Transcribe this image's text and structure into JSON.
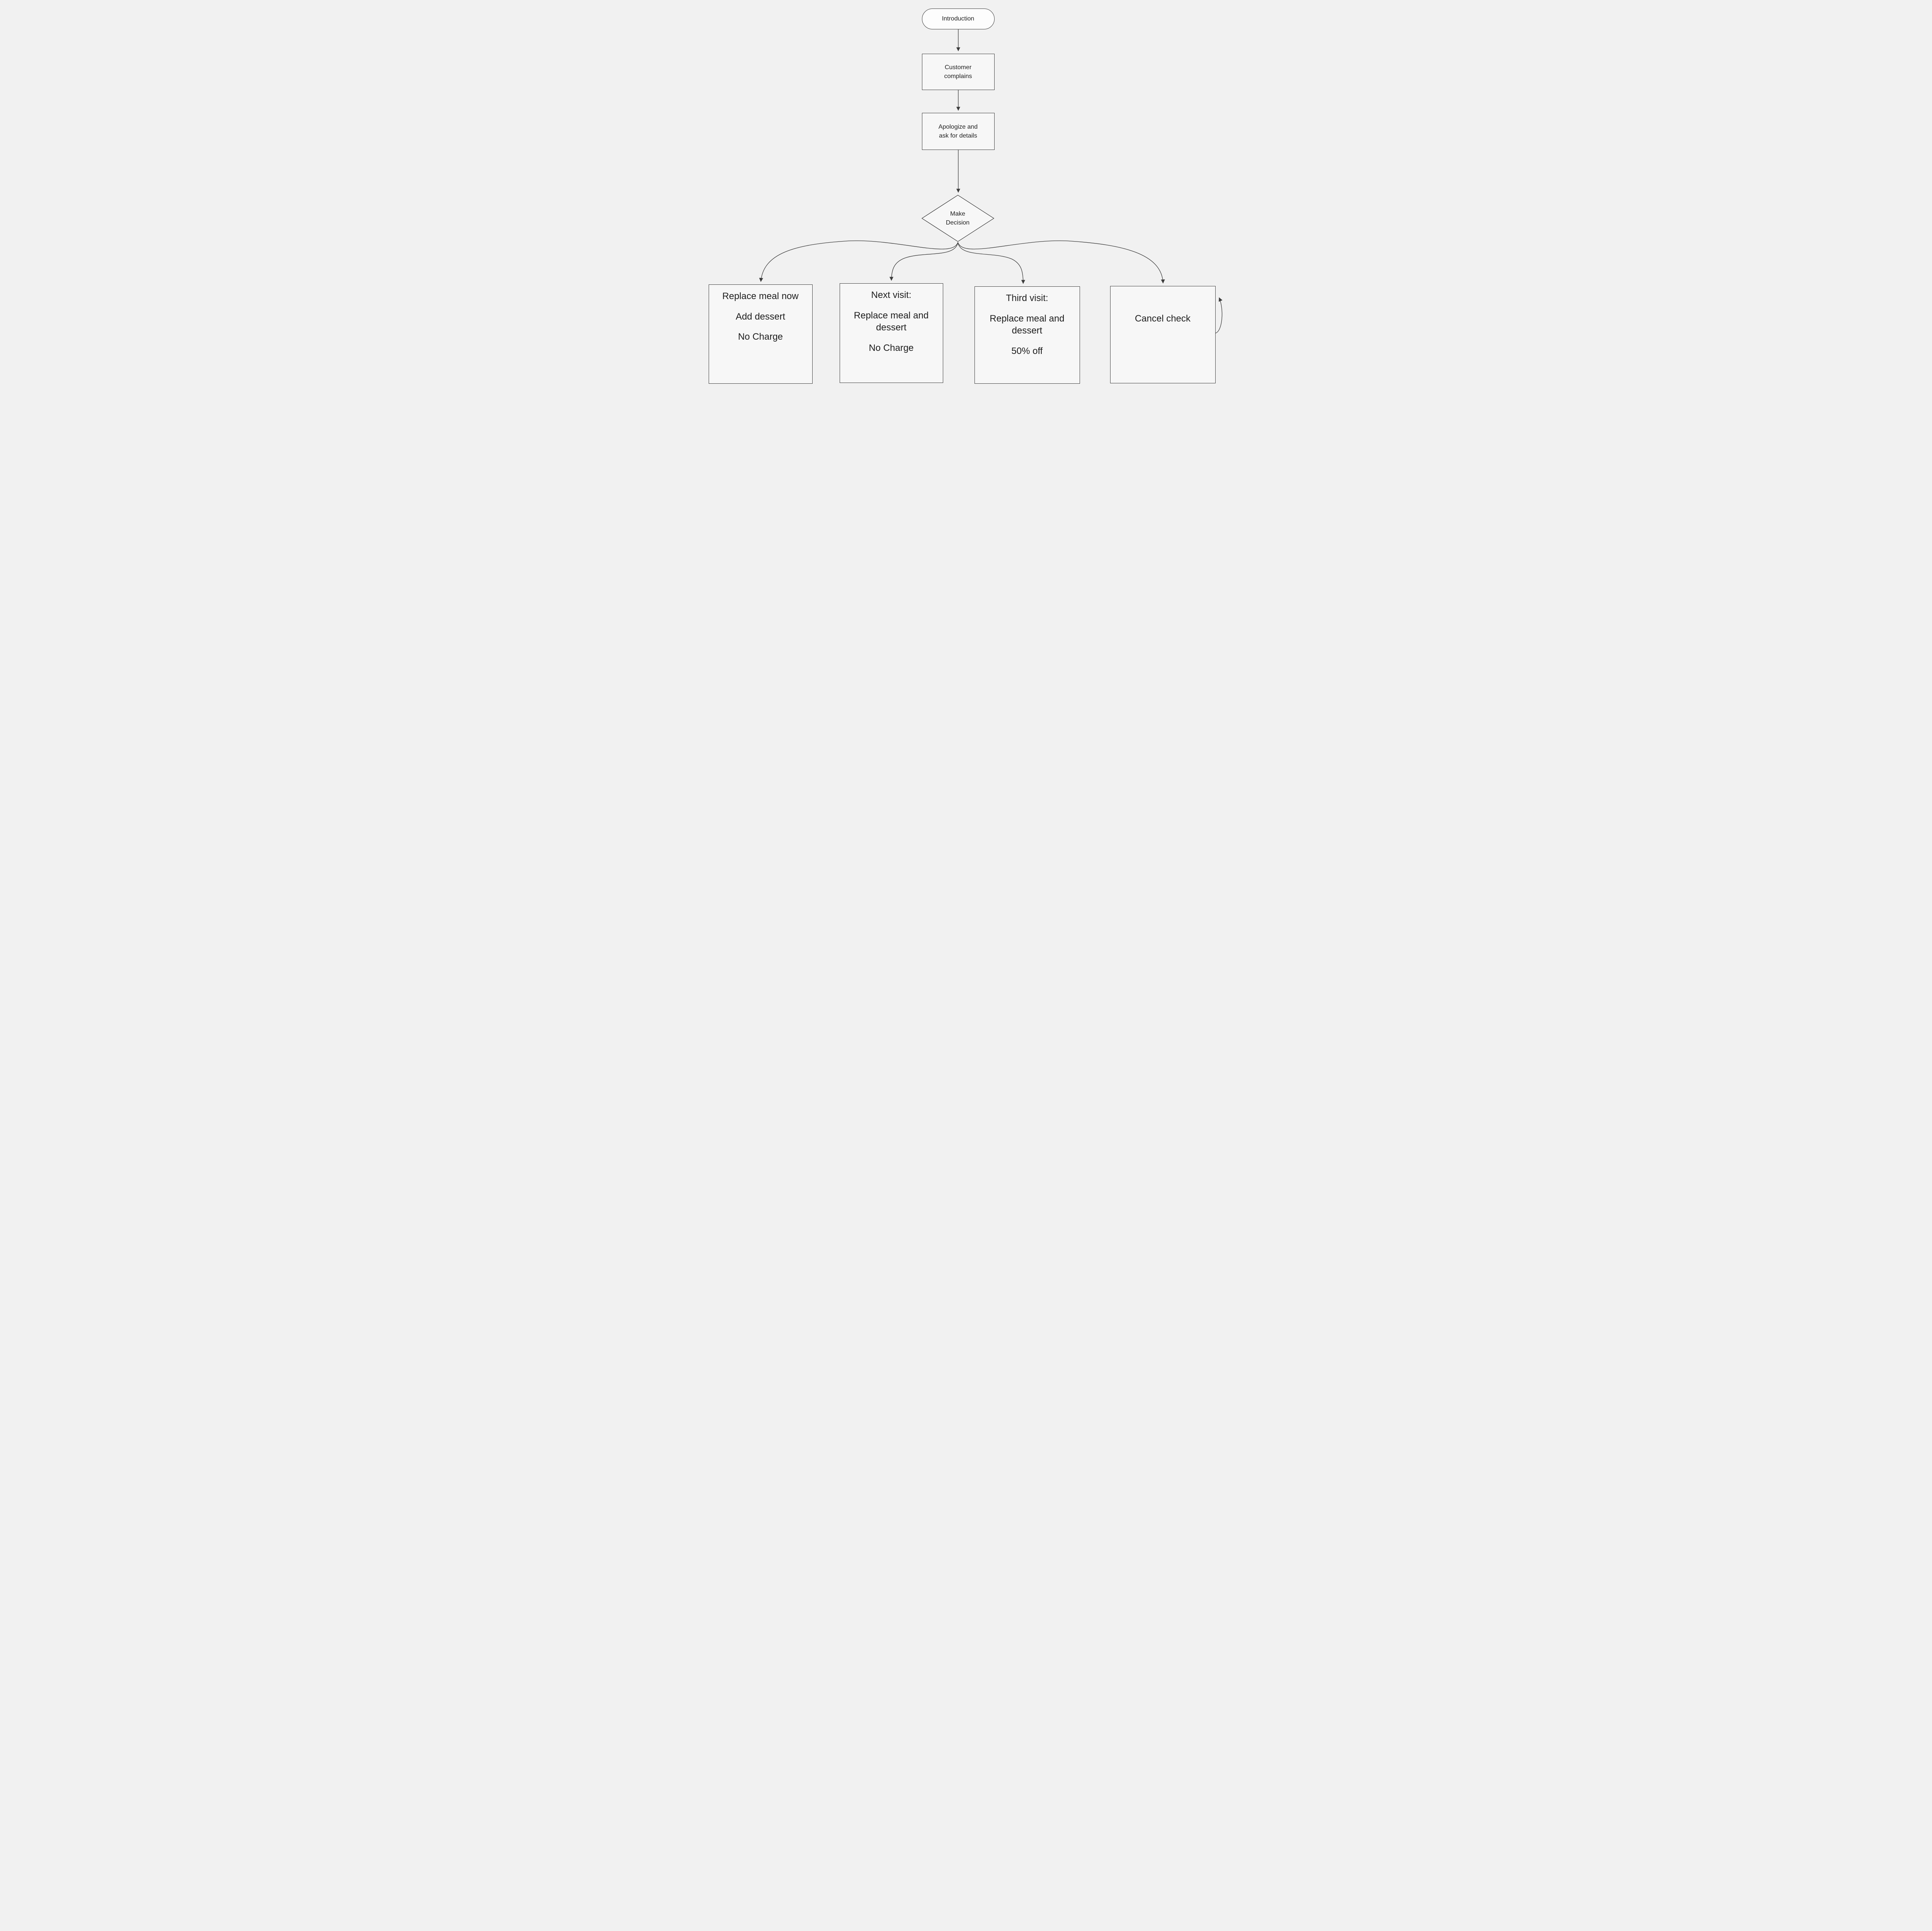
{
  "colors": {
    "background": "#f1f1f1",
    "stroke": "#3b3b3b",
    "node_fill": "#f7f7f7",
    "pill_fill": "#fdfdfd",
    "text": "#1e1e1e"
  },
  "nodes": {
    "introduction": {
      "label": "Introduction"
    },
    "customer_complains": {
      "label": "Customer complains"
    },
    "apologize": {
      "label": "Apologize and ask for details"
    },
    "decision": {
      "label": "Make Decision"
    },
    "option1": {
      "lines": [
        "Replace meal now",
        "Add dessert",
        "No Charge"
      ]
    },
    "option2": {
      "lines": [
        "Next visit:",
        "Replace meal and dessert",
        "No Charge"
      ]
    },
    "option3": {
      "lines": [
        "Third visit:",
        "Replace meal and dessert",
        "50% off"
      ]
    },
    "option4": {
      "lines": [
        "Cancel check"
      ]
    }
  }
}
